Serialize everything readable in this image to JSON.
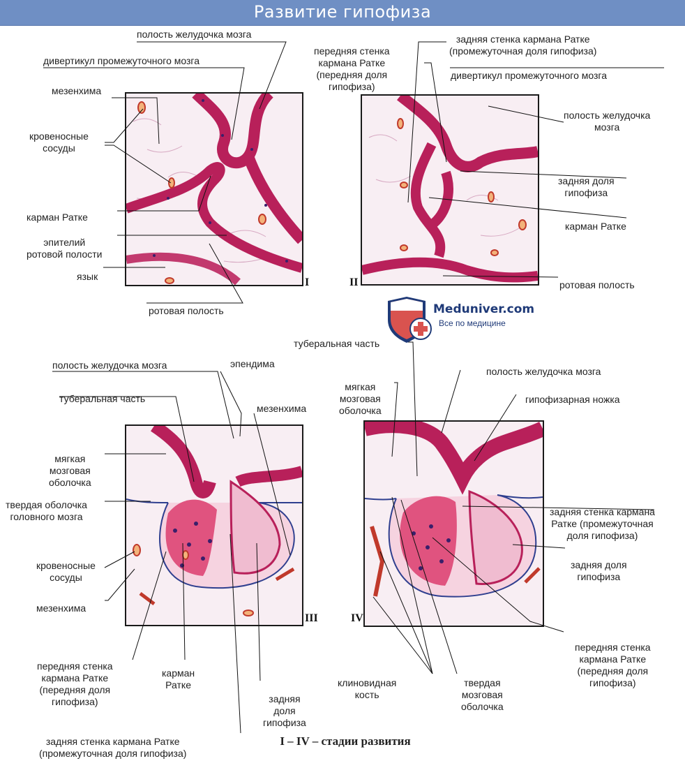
{
  "title": "Развитие гипофиза",
  "logo": {
    "name": "Meduniver.com",
    "tagline": "Все по медицине"
  },
  "caption": "I – IV – стадии развития",
  "stages": {
    "s1": "I",
    "s2": "II",
    "s3": "III",
    "s4": "IV"
  },
  "colors": {
    "title_bar": "#6f8fc4",
    "epithelium": "#b8205a",
    "nuclei": "#3a1f6a",
    "tissue": "#f3c6d6",
    "vessel": "#c0392b",
    "membrane": "#2f3f8f"
  },
  "panel1": {
    "ventricle": "полость желудочка мозга",
    "diverticulum": "дивертикул промежуточного мозга",
    "mesenchyme": "мезенхима",
    "vessels": "кровеносные\nсосуды",
    "rathke": "карман Ратке",
    "oral_epithelium": "эпителий\nротовой полости",
    "tongue": "язык",
    "oral_cavity": "ротовая полость"
  },
  "panel2": {
    "front_wall": "передняя стенка\nкармана Ратке\n(передняя доля\nгипофиза)",
    "back_wall": "задняя стенка кармана Ратке\n(промежуточная доля гипофиза)",
    "diverticulum": "дивертикул промежуточного мозга",
    "ventricle": "полость желудочка\nмозга",
    "posterior_lobe": "задняя доля\nгипофиза",
    "rathke": "карман Ратке",
    "oral_cavity": "ротовая полость"
  },
  "panel3": {
    "tuberal_top": "туберальная часть",
    "ventricle": "полость желудочка мозга",
    "ependyma": "эпендима",
    "tuberal": "туберальная часть",
    "mesenchyme_top": "мезенхима",
    "pia": "мягкая\nмозговая\nоболочка",
    "dura": "твердая оболочка\nголовного мозга",
    "vessels": "кровеносные\nсосуды",
    "mesenchyme": "мезенхима",
    "front_wall": "передняя стенка\nкармана Ратке\n(передняя доля\nгипофиза)",
    "rathke": "карман\nРатке",
    "posterior_lobe": "задняя\nдоля\nгипофиза",
    "back_wall": "задняя стенка кармана Ратке\n(промежуточная доля гипофиза)"
  },
  "panel4": {
    "pia": "мягкая\nмозговая\nоболочка",
    "ventricle": "полость желудочка мозга",
    "stalk": "гипофизарная ножка",
    "back_wall": "задняя стенка кармана\nРатке (промежуточная\nдоля гипофиза)",
    "posterior_lobe": "задняя доля\nгипофиза",
    "front_wall": "передняя стенка\nкармана Ратке\n(передняя доля\nгипофиза)",
    "sphenoid": "клиновидная\nкость",
    "dura": "твердая\nмозговая\nоболочка"
  }
}
